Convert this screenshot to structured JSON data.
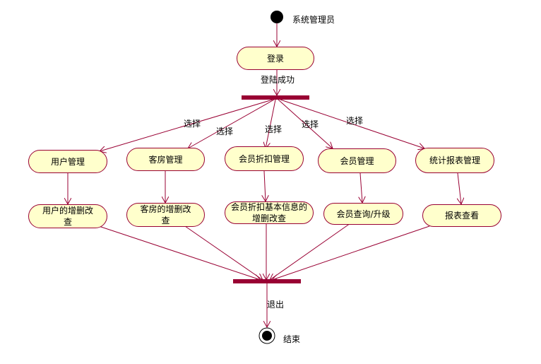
{
  "start_label": "系统管理员",
  "login": "登录",
  "login_success": "登陆成功",
  "select_label": "选择",
  "modules": [
    {
      "name": "用户管理",
      "action": "用户的增删改查"
    },
    {
      "name": "客房管理",
      "action": "客房的增删改查"
    },
    {
      "name": "会员折扣管理",
      "action": "会员折扣基本信息的增删改查"
    },
    {
      "name": "会员管理",
      "action": "会员查询/升级"
    },
    {
      "name": "统计报表管理",
      "action": "报表查看"
    }
  ],
  "exit_label": "退出",
  "end_label": "结束",
  "colors": {
    "line": "#990033",
    "bar": "#990033",
    "fill": "#ffffcc",
    "node": "#000000"
  }
}
